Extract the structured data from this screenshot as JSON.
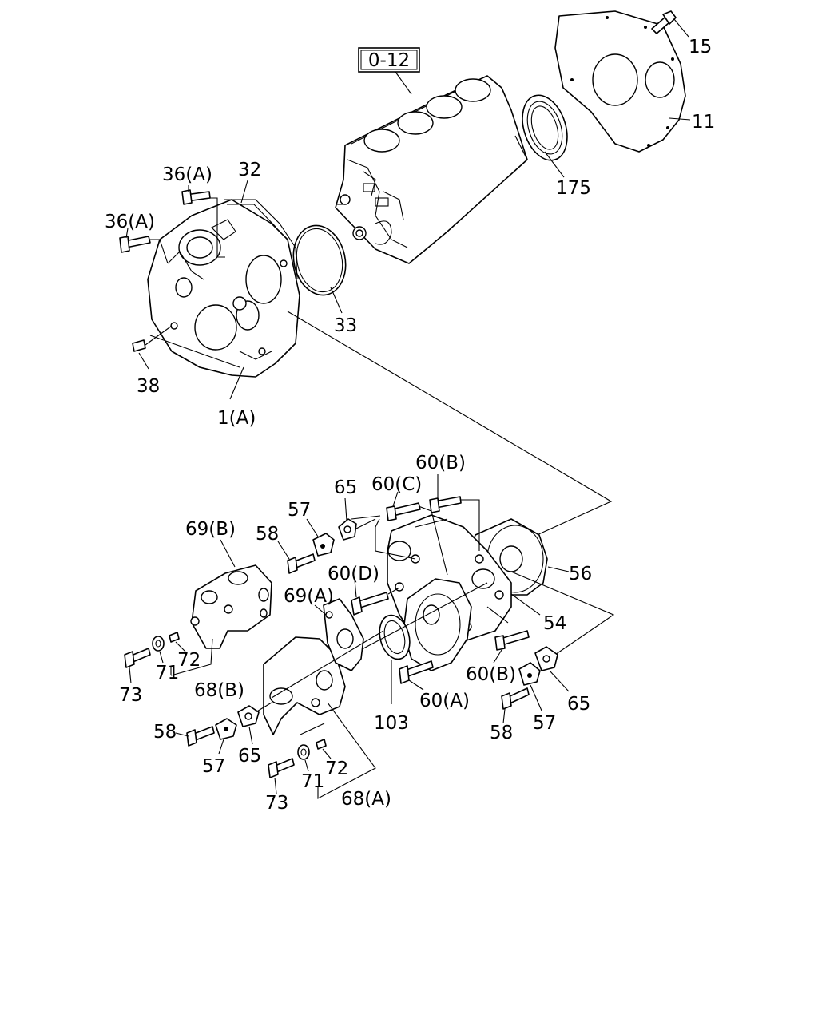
{
  "reference_box": "0-12",
  "labels": {
    "l15": "15",
    "l11": "11",
    "l175": "175",
    "l36a_1": "36(A)",
    "l36a_2": "36(A)",
    "l32": "32",
    "l33": "33",
    "l38": "38",
    "l1a": "1(A)",
    "l60b_1": "60(B)",
    "l60c": "60(C)",
    "l65_1": "65",
    "l57_1": "57",
    "l58_1": "58",
    "l69b": "69(B)",
    "l56": "56",
    "l60d": "60(D)",
    "l69a": "69(A)",
    "l54": "54",
    "l73_1": "73",
    "l71_1": "71",
    "l72_1": "72",
    "l68b": "68(B)",
    "l60b_2": "60(B)",
    "l60a": "60(A)",
    "l103": "103",
    "l65_2": "65",
    "l58_2": "58",
    "l57_2": "57",
    "l58_3": "58",
    "l57_3": "57",
    "l65_3": "65",
    "l73_2": "73",
    "l71_2": "71",
    "l72_2": "72",
    "l68a": "68(A)"
  }
}
